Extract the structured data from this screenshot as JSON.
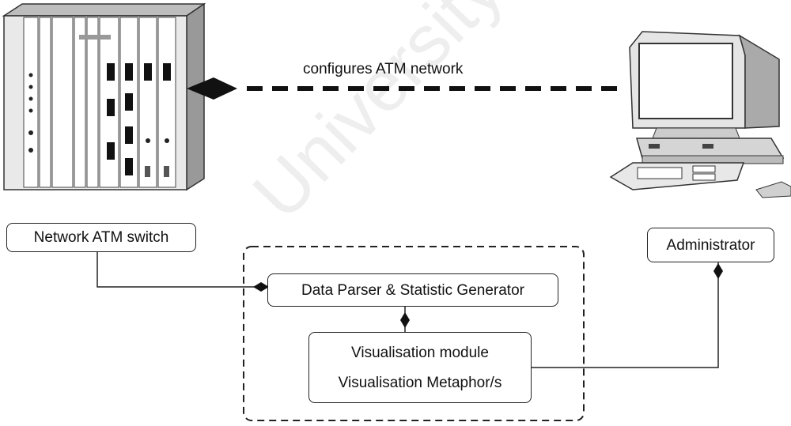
{
  "diagram": {
    "link_label": "configures ATM network",
    "nodes": {
      "switch_label": "Network ATM switch",
      "parser_label": "Data Parser & Statistic Generator",
      "vis_module_label": "Visualisation module",
      "vis_metaphor_label": "Visualisation Metaphor/s",
      "admin_label": "Administrator"
    },
    "watermark": "University of Cape Town"
  }
}
